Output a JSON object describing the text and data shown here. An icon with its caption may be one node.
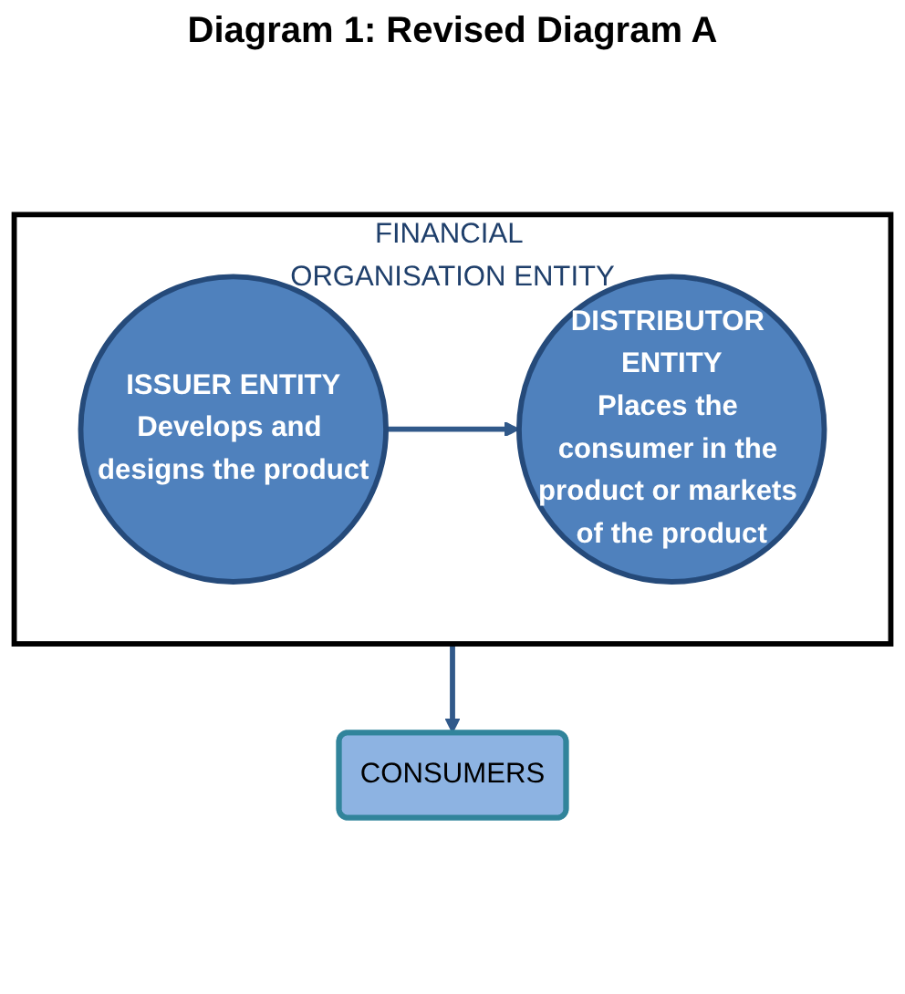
{
  "diagram": {
    "title": "Diagram 1: Revised Diagram A",
    "nodes": [
      {
        "text": [
          "FINANCIAL ORGANISATION ENTITY"
        ]
      },
      {
        "text": [
          "ISSUER ENTITY",
          "Develops and designs the product"
        ],
        "in": 0
      },
      {
        "text": [
          "DISTRIBUTOR ENTITY",
          "Places the consumer in the product or markets of the product"
        ],
        "in": 0
      },
      {
        "text": [
          "CONSUMERS"
        ]
      }
    ],
    "edges": [
      {
        "from": 1,
        "to": 2,
        "arrow": "to"
      },
      {
        "from": 0,
        "to": 3,
        "arrow": "to"
      }
    ]
  }
}
